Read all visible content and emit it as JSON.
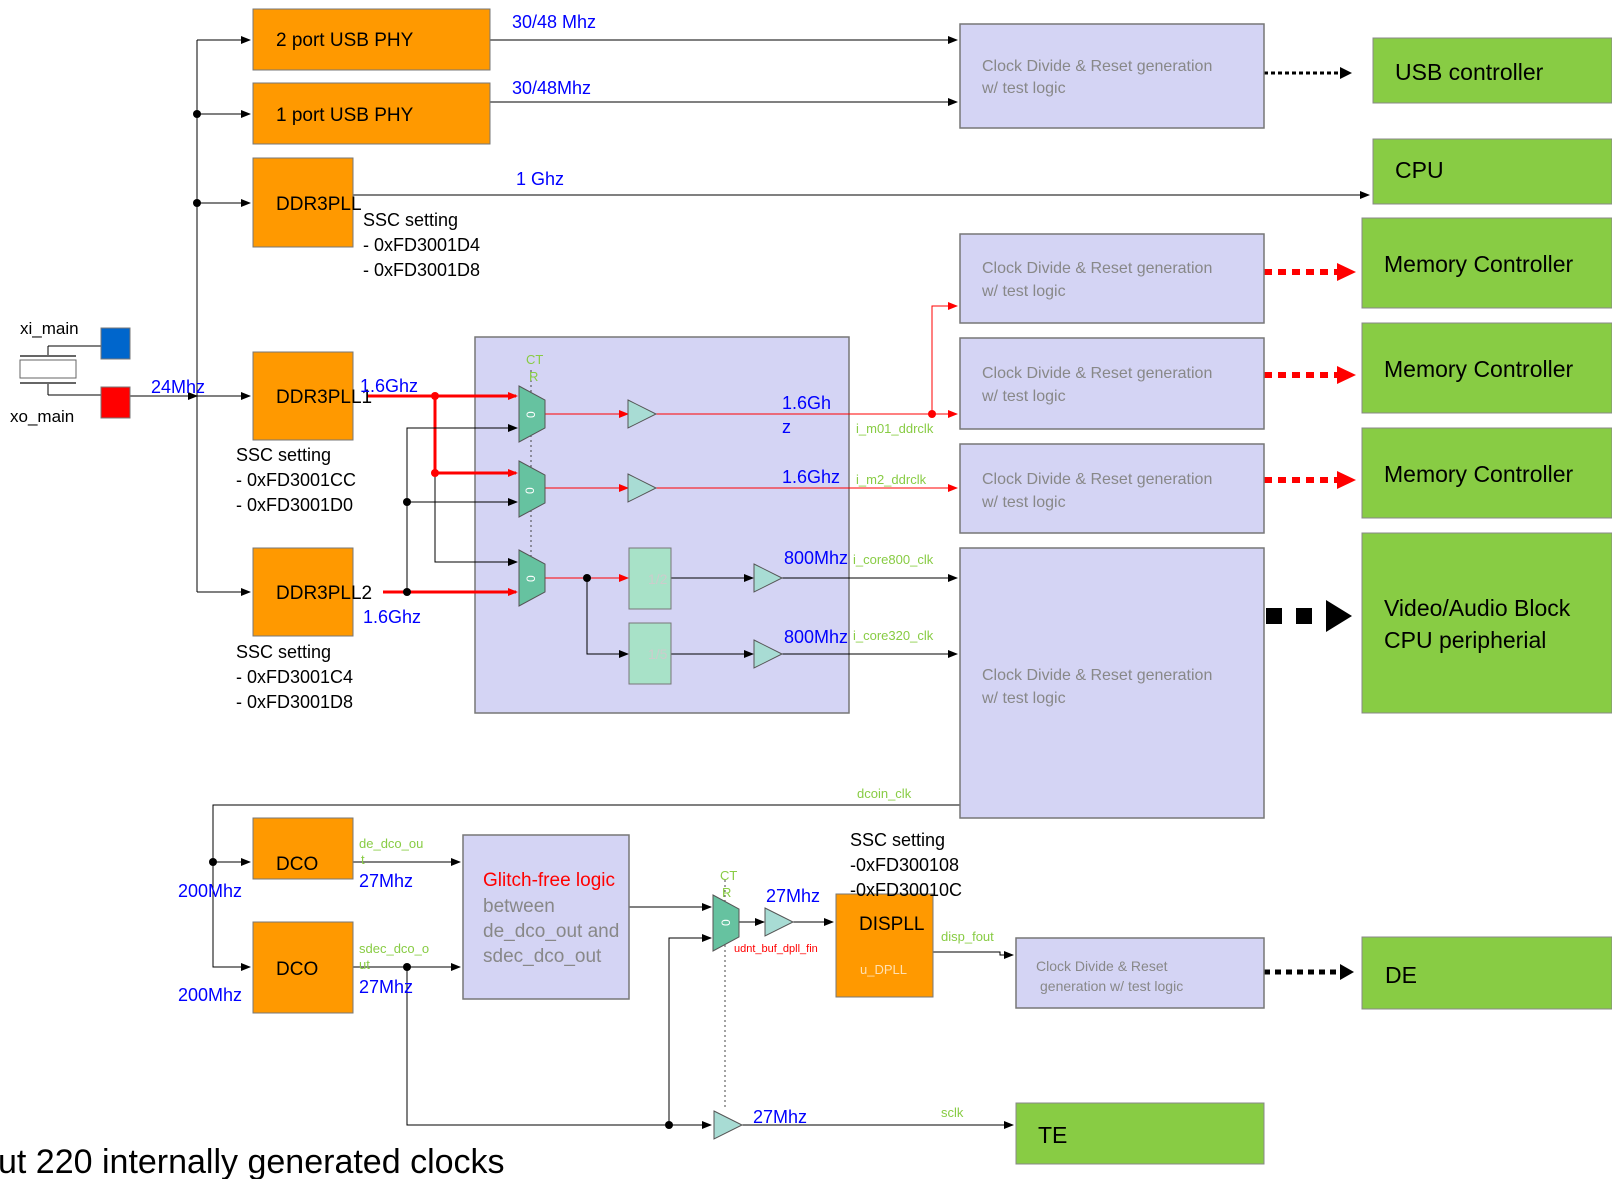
{
  "blocks": {
    "usb_phy_2port": "2 port USB PHY",
    "usb_phy_1port": "1 port USB PHY",
    "ddr3pll": "DDR3PLL",
    "ddr3pll1": "DDR3PLL1",
    "ddr3pll2": "DDR3PLL2",
    "dco": "DCO",
    "displl": "DISPLL",
    "u_dpll": "u_DPLL",
    "half": "1/2",
    "fifth": "1/5",
    "glitch_title": "Glitch-free logic",
    "glitch_lines": [
      "between",
      "de_dco_out and",
      "sdec_dco_out"
    ],
    "cdr_line1": "Clock Divide & Reset  generation",
    "cdr_line2": "w/ test logic",
    "cdr_de_line1": "Clock Divide & Reset",
    "cdr_de_line2": "generation w/ test logic",
    "mux_sel": "CT",
    "mux_sel2": "R",
    "mux_zero": "0"
  },
  "targets": {
    "usb_controller": "USB controller",
    "cpu": "CPU",
    "memory_controller": "Memory Controller",
    "video_audio_line1": "Video/Audio Block",
    "video_audio_line2": "CPU peripherial",
    "de": "DE",
    "te": "TE"
  },
  "frequencies": {
    "usb_30_48_a": "30/48 Mhz",
    "usb_30_48_b": "30/48Mhz",
    "cpu_1ghz": "1 Ghz",
    "xtal_24": "24Mhz",
    "pll1_out": "1.6Ghz",
    "pll2_out": "1.6Ghz",
    "m01_line1": "1.6Gh",
    "m01_line2": "z",
    "m2": "1.6Ghz",
    "core800": "800Mhz",
    "core320": "800Mhz",
    "dco_in": "200Mhz",
    "dco_out": "27Mhz",
    "displl_in": "27Mhz",
    "te_in": "27Mhz"
  },
  "signals": {
    "xi_main": "xi_main",
    "xo_main": "xo_main",
    "i_m01_ddrclk": "i_m01_ddrclk",
    "i_m2_ddrclk": "i_m2_ddrclk",
    "i_core800_clk": "i_core800_clk",
    "i_core320_clk": "i_core320_clk",
    "dcoin_clk": "dcoin_clk",
    "de_dco_out_1": "de_dco_ou",
    "de_dco_out_2": "t",
    "sdec_dco_out_1": "sdec_dco_o",
    "sdec_dco_out_2": "ut",
    "disp_fout": "disp_fout",
    "sclk": "sclk",
    "udnt_buf": "udnt_buf_dpll_fin"
  },
  "ssc": {
    "ddr3pll": [
      "SSC setting",
      "- 0xFD3001D4",
      "- 0xFD3001D8"
    ],
    "ddr3pll1": [
      "SSC setting",
      "- 0xFD3001CC",
      "- 0xFD3001D0"
    ],
    "ddr3pll2": [
      "SSC setting",
      "- 0xFD3001C4",
      "- 0xFD3001D8"
    ],
    "displl": [
      "SSC setting",
      "-0xFD300108",
      "-0xFD30010C"
    ]
  },
  "footer_text": "ut 220 internally generated clocks",
  "colors": {
    "pll_block": "#ff9900",
    "target_block": "#88cc44",
    "logic_block": "#d4d4f4",
    "mux": "#66c2a0",
    "buffer": "#a8dcd4",
    "divider": "#a8e2c8",
    "frequency_text": "#0000ff",
    "signal_text": "#88cc44",
    "hot_wire": "#ff0000",
    "xi_pin": "#0066cc",
    "xo_pin": "#ff0000"
  }
}
